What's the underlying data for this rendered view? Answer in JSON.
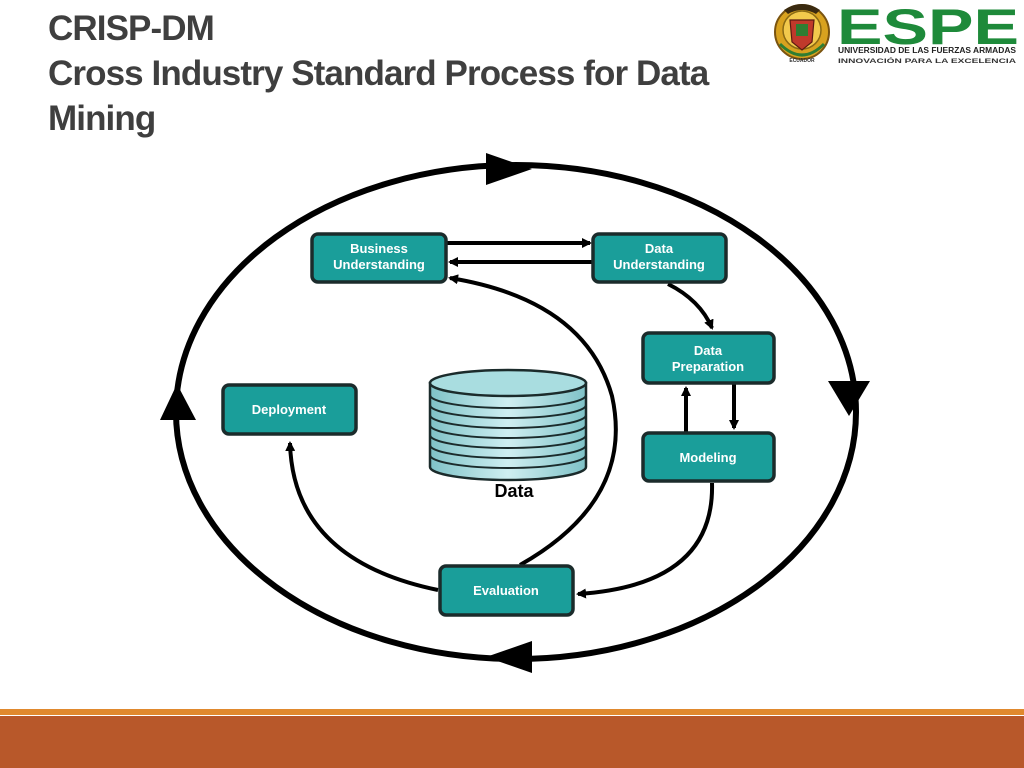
{
  "title": {
    "line1": "CRISP-DM",
    "line2": "Cross Industry Standard Process for Data",
    "line3": "Mining"
  },
  "logo": {
    "name": "ESPE",
    "subtitle": "UNIVERSIDAD DE LAS FUERZAS ARMADAS",
    "tagline": "INNOVACIÓN PARA LA EXCELENCIA",
    "seal_text": "ECUADOR",
    "brand_color": "#1e8a3a"
  },
  "diagram": {
    "box_color": "#1a9e9a",
    "phases": {
      "business": [
        "Business",
        "Understanding"
      ],
      "data_understanding": [
        "Data",
        "Understanding"
      ],
      "preparation": [
        "Data",
        "Preparation"
      ],
      "modeling": "Modeling",
      "evaluation": "Evaluation",
      "deployment": "Deployment"
    },
    "center_label": "Data"
  },
  "footer": {
    "bar_color": "#b8582a",
    "line_color": "#e0892e"
  }
}
